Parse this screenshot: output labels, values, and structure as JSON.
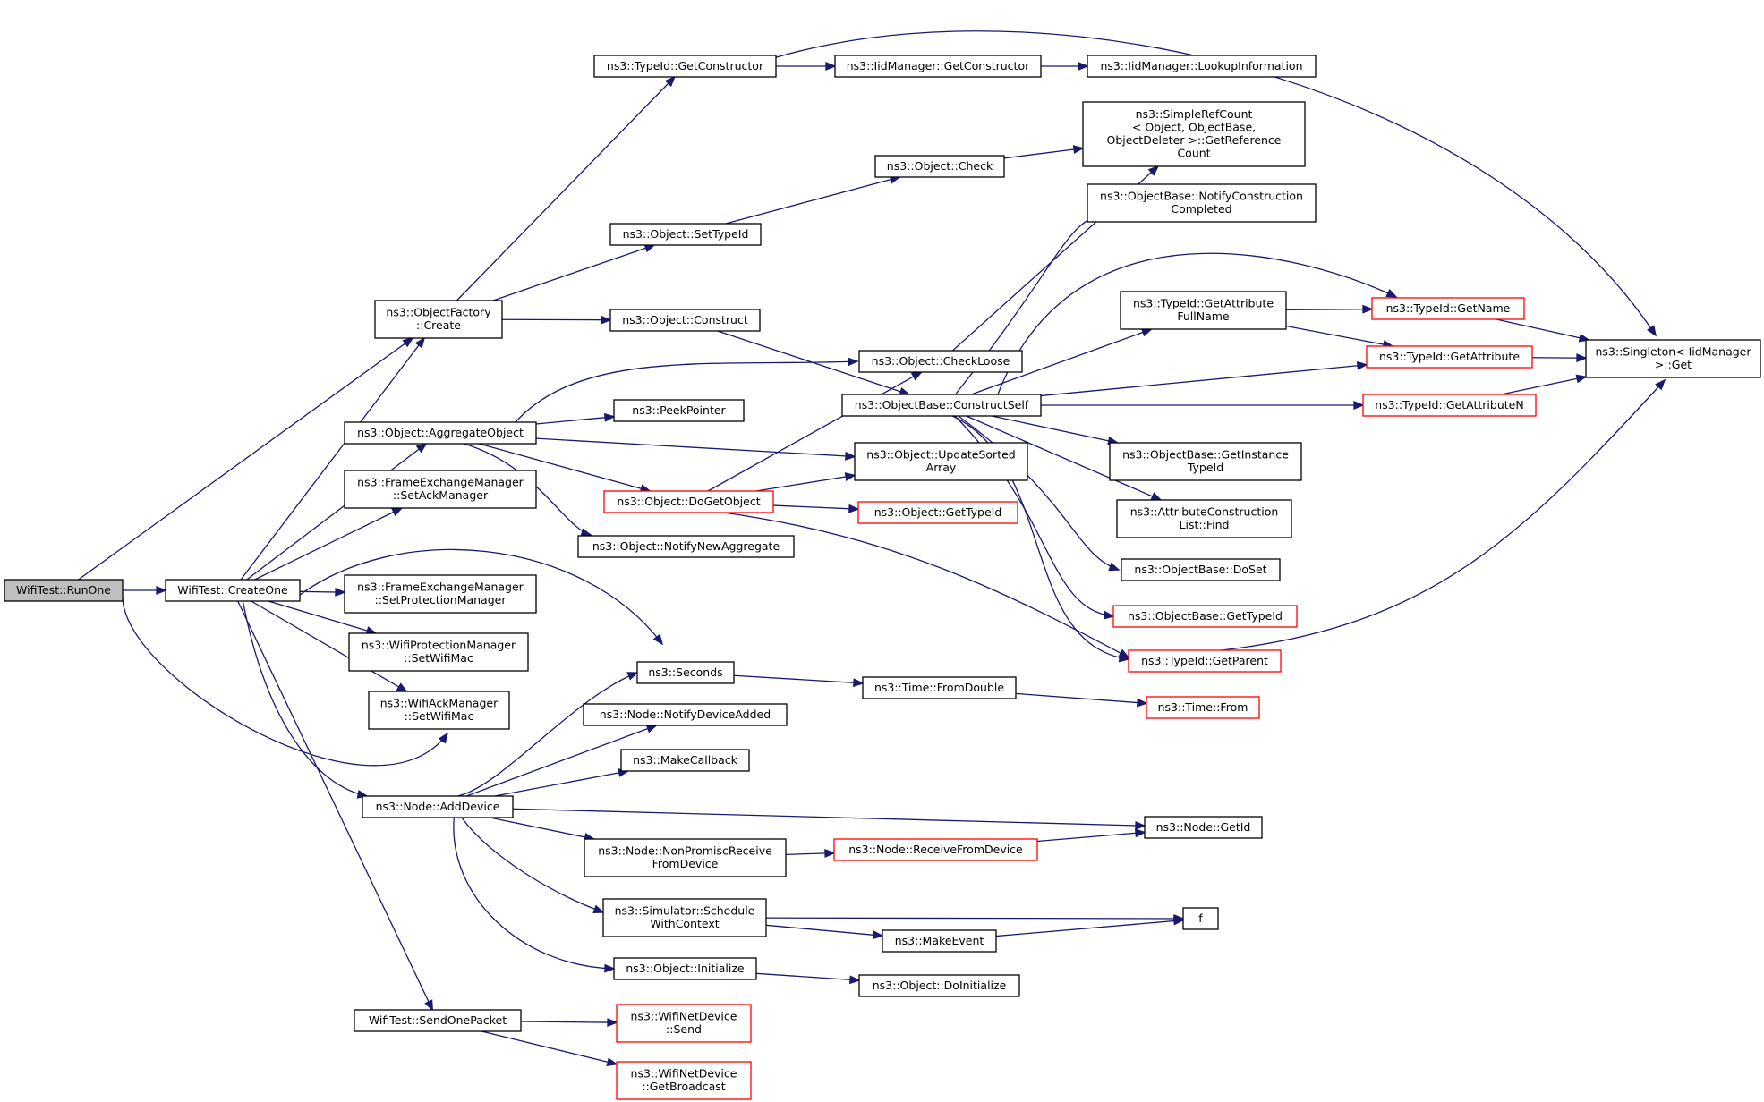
{
  "colors": {
    "edge": "#191970",
    "node_border": "#000000",
    "truncated_border": "#ff0000",
    "root_fill": "#bfbfbf"
  },
  "nodes": [
    {
      "id": "n0",
      "lines": [
        "WifiTest::RunOne"
      ],
      "root": true
    },
    {
      "id": "n1",
      "lines": [
        "WifiTest::CreateOne"
      ]
    },
    {
      "id": "n2",
      "lines": [
        "ns3::ObjectFactory",
        "::Create"
      ]
    },
    {
      "id": "n3",
      "lines": [
        "ns3::TypeId::GetConstructor"
      ]
    },
    {
      "id": "n4",
      "lines": [
        "ns3::IidManager::GetConstructor"
      ]
    },
    {
      "id": "n5",
      "lines": [
        "ns3::IidManager::LookupInformation"
      ]
    },
    {
      "id": "n6",
      "lines": [
        "ns3::Singleton< IidManager",
        " >::Get"
      ]
    },
    {
      "id": "n7",
      "lines": [
        "ns3::Object::SetTypeId"
      ]
    },
    {
      "id": "n8",
      "lines": [
        "ns3::Object::Check"
      ]
    },
    {
      "id": "n9",
      "lines": [
        "ns3::SimpleRefCount",
        "< Object, ObjectBase,",
        " ObjectDeleter >::GetReference",
        "Count"
      ]
    },
    {
      "id": "n10",
      "lines": [
        "ns3::Object::Construct"
      ]
    },
    {
      "id": "n11",
      "lines": [
        "ns3::ObjectBase::ConstructSelf"
      ]
    },
    {
      "id": "n12",
      "lines": [
        "ns3::ObjectBase::NotifyConstruction",
        "Completed"
      ]
    },
    {
      "id": "n13",
      "lines": [
        "ns3::TypeId::GetAttribute",
        "FullName"
      ]
    },
    {
      "id": "n14",
      "lines": [
        "ns3::TypeId::GetName"
      ],
      "truncated": true
    },
    {
      "id": "n15",
      "lines": [
        "ns3::TypeId::GetAttribute"
      ],
      "truncated": true
    },
    {
      "id": "n16",
      "lines": [
        "ns3::TypeId::GetAttributeN"
      ],
      "truncated": true
    },
    {
      "id": "n17",
      "lines": [
        "ns3::ObjectBase::GetInstance",
        "TypeId"
      ]
    },
    {
      "id": "n18",
      "lines": [
        "ns3::AttributeConstruction",
        "List::Find"
      ]
    },
    {
      "id": "n19",
      "lines": [
        "ns3::ObjectBase::DoSet"
      ]
    },
    {
      "id": "n20",
      "lines": [
        "ns3::ObjectBase::GetTypeId"
      ],
      "truncated": true
    },
    {
      "id": "n21",
      "lines": [
        "ns3::TypeId::GetParent"
      ],
      "truncated": true
    },
    {
      "id": "n22",
      "lines": [
        "ns3::Object::AggregateObject"
      ]
    },
    {
      "id": "n23",
      "lines": [
        "ns3::Object::CheckLoose"
      ]
    },
    {
      "id": "n24",
      "lines": [
        "ns3::PeekPointer"
      ]
    },
    {
      "id": "n25",
      "lines": [
        "ns3::Object::UpdateSorted",
        "Array"
      ]
    },
    {
      "id": "n26",
      "lines": [
        "ns3::Object::DoGetObject"
      ],
      "truncated": true
    },
    {
      "id": "n27",
      "lines": [
        "ns3::Object::GetTypeId"
      ],
      "truncated": true
    },
    {
      "id": "n28",
      "lines": [
        "ns3::Object::NotifyNewAggregate"
      ]
    },
    {
      "id": "n29",
      "lines": [
        "ns3::FrameExchangeManager",
        "::SetAckManager"
      ]
    },
    {
      "id": "n30",
      "lines": [
        "ns3::FrameExchangeManager",
        "::SetProtectionManager"
      ]
    },
    {
      "id": "n31",
      "lines": [
        "ns3::WifiProtectionManager",
        "::SetWifiMac"
      ]
    },
    {
      "id": "n32",
      "lines": [
        "ns3::WifiAckManager",
        "::SetWifiMac"
      ]
    },
    {
      "id": "n33",
      "lines": [
        "ns3::Seconds"
      ]
    },
    {
      "id": "n34",
      "lines": [
        "ns3::Time::FromDouble"
      ]
    },
    {
      "id": "n35",
      "lines": [
        "ns3::Time::From"
      ],
      "truncated": true
    },
    {
      "id": "n36",
      "lines": [
        "ns3::Node::AddDevice"
      ]
    },
    {
      "id": "n37",
      "lines": [
        "ns3::Node::NotifyDeviceAdded"
      ]
    },
    {
      "id": "n38",
      "lines": [
        "ns3::MakeCallback"
      ]
    },
    {
      "id": "n39",
      "lines": [
        "ns3::Node::GetId"
      ]
    },
    {
      "id": "n40",
      "lines": [
        "ns3::Node::NonPromiscReceive",
        "FromDevice"
      ]
    },
    {
      "id": "n41",
      "lines": [
        "ns3::Node::ReceiveFromDevice"
      ],
      "truncated": true
    },
    {
      "id": "n42",
      "lines": [
        "ns3::Simulator::Schedule",
        "WithContext"
      ]
    },
    {
      "id": "n43",
      "lines": [
        "f"
      ]
    },
    {
      "id": "n44",
      "lines": [
        "ns3::MakeEvent"
      ]
    },
    {
      "id": "n45",
      "lines": [
        "ns3::Object::Initialize"
      ]
    },
    {
      "id": "n46",
      "lines": [
        "ns3::Object::DoInitialize"
      ]
    },
    {
      "id": "n47",
      "lines": [
        "WifiTest::SendOnePacket"
      ]
    },
    {
      "id": "n48",
      "lines": [
        "ns3::WifiNetDevice",
        "::Send"
      ],
      "truncated": true
    },
    {
      "id": "n49",
      "lines": [
        "ns3::WifiNetDevice",
        "::GetBroadcast"
      ],
      "truncated": true
    }
  ],
  "edges": [
    [
      "n0",
      "n1"
    ],
    [
      "n0",
      "n2"
    ],
    [
      "n0",
      "n33"
    ],
    [
      "n1",
      "n2"
    ],
    [
      "n1",
      "n22"
    ],
    [
      "n1",
      "n29"
    ],
    [
      "n1",
      "n30"
    ],
    [
      "n1",
      "n31"
    ],
    [
      "n1",
      "n32"
    ],
    [
      "n1",
      "n33"
    ],
    [
      "n1",
      "n36"
    ],
    [
      "n1",
      "n47"
    ],
    [
      "n2",
      "n3"
    ],
    [
      "n2",
      "n7"
    ],
    [
      "n2",
      "n10"
    ],
    [
      "n3",
      "n4"
    ],
    [
      "n3",
      "n6"
    ],
    [
      "n4",
      "n5"
    ],
    [
      "n7",
      "n8"
    ],
    [
      "n8",
      "n9"
    ],
    [
      "n10",
      "n11"
    ],
    [
      "n11",
      "n12"
    ],
    [
      "n11",
      "n13"
    ],
    [
      "n11",
      "n14"
    ],
    [
      "n11",
      "n15"
    ],
    [
      "n11",
      "n16"
    ],
    [
      "n11",
      "n17"
    ],
    [
      "n11",
      "n18"
    ],
    [
      "n11",
      "n19"
    ],
    [
      "n11",
      "n20"
    ],
    [
      "n11",
      "n21"
    ],
    [
      "n13",
      "n14"
    ],
    [
      "n13",
      "n15"
    ],
    [
      "n14",
      "n6"
    ],
    [
      "n15",
      "n6"
    ],
    [
      "n16",
      "n6"
    ],
    [
      "n21",
      "n6"
    ],
    [
      "n22",
      "n23"
    ],
    [
      "n22",
      "n24"
    ],
    [
      "n22",
      "n25"
    ],
    [
      "n22",
      "n26"
    ],
    [
      "n22",
      "n28"
    ],
    [
      "n23",
      "n9"
    ],
    [
      "n26",
      "n23"
    ],
    [
      "n26",
      "n25"
    ],
    [
      "n26",
      "n27"
    ],
    [
      "n26",
      "n21"
    ],
    [
      "n33",
      "n34"
    ],
    [
      "n34",
      "n35"
    ],
    [
      "n36",
      "n33"
    ],
    [
      "n36",
      "n37"
    ],
    [
      "n36",
      "n38"
    ],
    [
      "n36",
      "n39"
    ],
    [
      "n36",
      "n40"
    ],
    [
      "n36",
      "n42"
    ],
    [
      "n36",
      "n45"
    ],
    [
      "n40",
      "n41"
    ],
    [
      "n41",
      "n39"
    ],
    [
      "n42",
      "n43"
    ],
    [
      "n42",
      "n44"
    ],
    [
      "n44",
      "n43"
    ],
    [
      "n45",
      "n46"
    ],
    [
      "n47",
      "n48"
    ],
    [
      "n47",
      "n49"
    ]
  ]
}
